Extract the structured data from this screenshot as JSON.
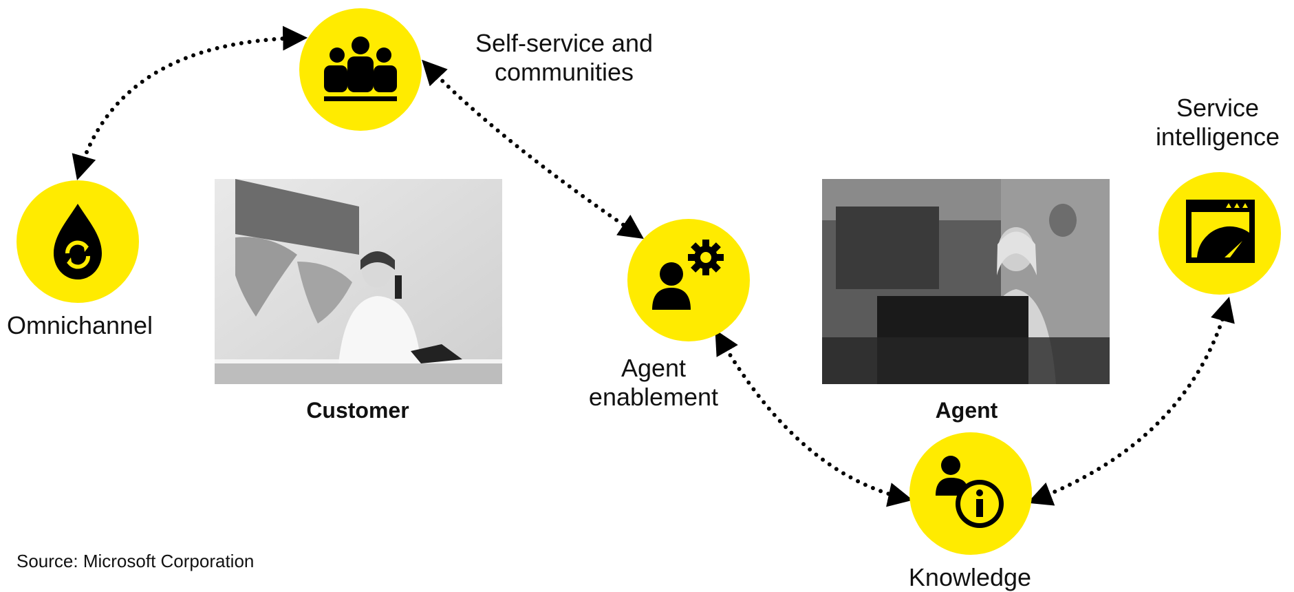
{
  "colors": {
    "node_fill": "#ffeb00",
    "icon": "#000000",
    "connector": "#000000"
  },
  "nodes": {
    "self_service": {
      "label": "Self-service and\ncommunities",
      "icon": "people-group-icon"
    },
    "omnichannel": {
      "label": "Omnichannel",
      "icon": "drop-sync-icon"
    },
    "agent_enablement": {
      "label": "Agent\nenablement",
      "icon": "person-gear-icon"
    },
    "knowledge": {
      "label": "Knowledge",
      "icon": "person-info-icon"
    },
    "service_intelligence": {
      "label": "Service\nintelligence",
      "icon": "gauge-dashboard-icon"
    }
  },
  "photos": {
    "customer": {
      "caption": "Customer"
    },
    "agent": {
      "caption": "Agent"
    }
  },
  "footer": {
    "source": "Source: Microsoft Corporation"
  }
}
